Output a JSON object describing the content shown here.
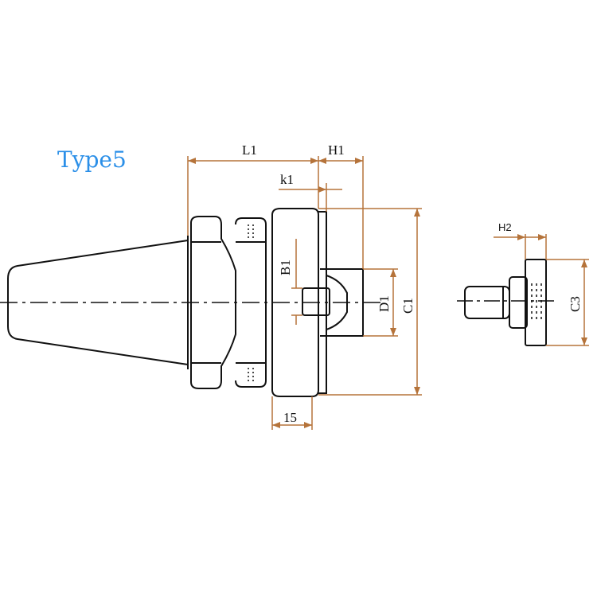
{
  "title": "Type5",
  "colors": {
    "outline": "#111111",
    "dimension": "#b5733a",
    "title": "#2b8fe8"
  },
  "dimensions": {
    "L1": "L1",
    "H1": "H1",
    "k1": "k1",
    "B1": "B1",
    "D1": "D1",
    "C1": "C1",
    "fifteen": "15",
    "H2": "H2",
    "C3": "C3"
  }
}
